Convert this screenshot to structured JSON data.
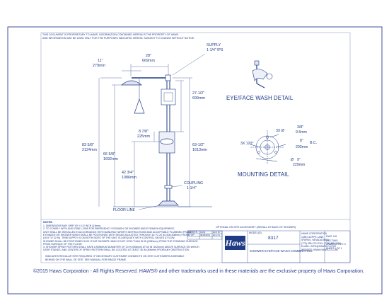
{
  "header_note": [
    "THIS DOCUMENT IS PROPRIETARY TO HAWS. INFORMATION CONTAINED HEREIN IS THE PROPERTY OF HAWS",
    "AND INFORMATION MAY BE USED ONLY FOR THE PURPOSES INDICATED HEREIN. SUBJECT TO CHANGE WITHOUT NOTICE."
  ],
  "supply": {
    "line1": "SUPPLY",
    "line2": "1-1/4\" IPS"
  },
  "dims": {
    "shower_reach": {
      "in": "28\"",
      "mm": "669mm"
    },
    "head_dia": {
      "in": "11\"",
      "mm": "279mm"
    },
    "eyewash_to_head": {
      "in": "27-1/2\"",
      "mm": "699mm"
    },
    "bowl_offset": {
      "in": "8 7/8\"",
      "mm": "225mm"
    },
    "overall": {
      "in": "83 5/8\"",
      "mm": "2124mm"
    },
    "head_height": {
      "in": "66 5/8\"",
      "mm": "1692mm"
    },
    "supply_height": {
      "in": "63-1/2\"",
      "mm": "1613mm"
    },
    "bowl_height": {
      "in": "42 3/4\"",
      "mm": "1086mm"
    }
  },
  "coupling": {
    "line1": "COUPLING",
    "line2": "1-1/4\""
  },
  "floor_line": "FLOOR LINE",
  "details": {
    "eye_face": "EYE/FACE WASH DETAIL",
    "mounting": "MOUNTING DETAIL"
  },
  "mounting": {
    "holes": "3X Ø",
    "hole_in": "3/8\"",
    "hole_mm": "9.5mm",
    "angle": "3X 120°",
    "bc_in": "8\"",
    "bc_label": "B.C.",
    "bc_mm": "203mm",
    "flange_prefix": "Ø",
    "flange_in": "9\"",
    "flange_mm": "229mm"
  },
  "notes_title": "NOTES:",
  "notes": [
    "1. DIMENSIONS MAY VARY BY ± 1/2 INCH (13mm).",
    "2. TO COMPLY WITH ANSI Z358.1-2009 FOR EMERGENCY EYEWASH OR SHOWER AND EYEWASH EQUIPMENT,",
    "   UNIT SHALL BE INSTALLED IN ACCORDANCE WITH MANUFACTURER'S INSTRUCTIONS AND ACCEPTABLE PLUMBING PRACTICES.",
    "   EYEWASH OR SHOWER WASH SHALL BE POSITIONED WITH HEADS ADJUSTED THROUGH 16 TO 20 IN (406-508mm) FROM TOP",
    "   (16.5 TO 32 IN). TRIM SUPPLY IS ON BOTH SIDES OF THE UNIT, IS ADEQUATE WITH CONTROL VALVES & FLOW.",
    "   SHOWER SHALL BE POSITIONED SUCH THAT SHOWER HEAD IS NOT LESS THAN 82 IN (2083mm) FROM THE STANDING SURFACE.",
    "   FROM SURFACE OF THE FLOOR.",
    "3. SHOWER SPRAY PATTERN SHALL HAVE A MINIMUM DIAMETER OF 20 IN (508mm) AT 60 IN (1524mm) ABOVE SURFACE ON WHICH",
    "   USER STANDS, AND CENTER OF SPRAY PATTERN SHALL BE LOCATED AT LEAST 16 IN (406mm) FROM ANY OBSTRUCTION."
  ],
  "note_mid": "OPTIONAL ON SITE ACCESSORY (INSTALL AT BACK OF SHOWER).",
  "footnote": [
    "INDICATES REGULAR SITE REQUIRED. IF NECESSARY CUSTOMER CONNECTS ON SITE CUSTOMERS ASSEMBLE",
    "BEHIND ON THE WALL OF SITE. SEE MANUAL FOR BRACE FRAME"
  ],
  "title_block": {
    "brand": "Haws",
    "model_caption": "MODEL(S):",
    "model": "8317",
    "description": "SHOWER EYE/FACE WASH COMBINATION",
    "revision_rows": [
      [
        "REV",
        "DATE",
        "ECO",
        "BY"
      ],
      [
        "A",
        "08/08/2013",
        "EC-3",
        "JV"
      ],
      [
        "",
        "",
        "",
        ""
      ]
    ],
    "address": [
      "HAWS CORPORATION",
      "1455 KLEPPE LANE",
      "SPARKS, NEVADA 89431",
      "(775) 359-4712  FAX: (775) 359-7424",
      "E-MAIL: INFO@HAWSCO.COM",
      "WEBSITE: WWW.HAWSCO.COM"
    ],
    "drawing_no": [
      "DWG. NO.",
      "8317.DWG",
      "DRAWING REV: 0",
      "SHEET 1 OF 1"
    ]
  },
  "copyright": "©2015 Haws Corporation - All Rights Reserved.  HAWS® and other trademarks used in these materials are the exclusive property of Haws Corporation."
}
